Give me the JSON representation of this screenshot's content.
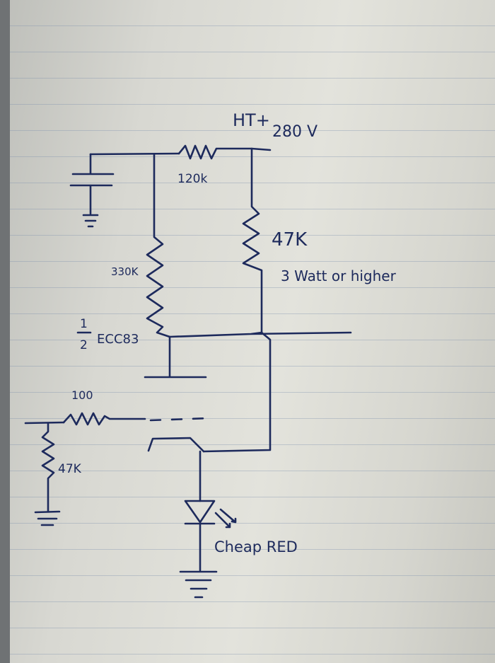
{
  "labels": {
    "supply": "HT+",
    "voltage": "280 V",
    "r_dropper": "120k",
    "r_plate": "47K",
    "r_plate_note": "3 Watt or higher",
    "r_grid": "330K",
    "tube_half_num": "1",
    "tube_half_den": "2",
    "tube": "ECC83",
    "r_input": "100",
    "r_input_shunt": "47K",
    "led": "Cheap RED"
  }
}
